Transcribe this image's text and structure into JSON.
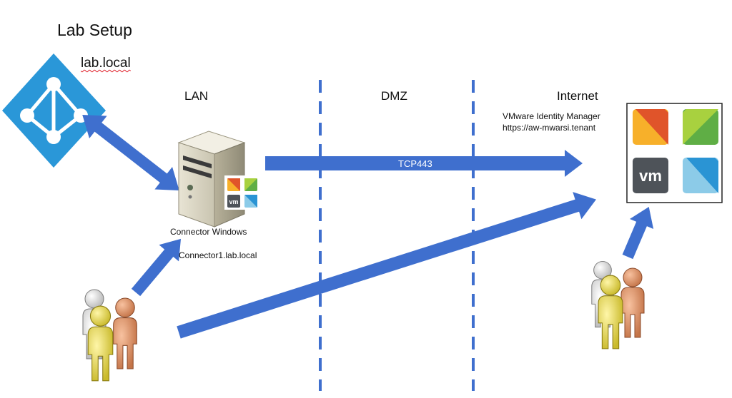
{
  "title": "Lab Setup",
  "domain_label": "lab.local",
  "zones": {
    "lan": "LAN",
    "dmz": "DMZ",
    "internet": "Internet"
  },
  "vidm": {
    "name": "VMware Identity Manager",
    "url": "https://aw-mwarsi.tenant"
  },
  "connector": {
    "name": "Connector Windows",
    "host": "Connector1.lab.local"
  },
  "link_label": "TCP443",
  "logo_text": "vm",
  "colors": {
    "arrow": "#3f6fce",
    "divider": "#3f6fce",
    "azure_ad": "#2a97d8",
    "tile_orange": "#e0542a",
    "tile_yellow": "#f7b02a",
    "tile_lime": "#a8d13f",
    "tile_green": "#5fae45",
    "tile_gray": "#4e5359",
    "tile_blue": "#2a94d4",
    "tile_lightblue": "#8ccbe8"
  },
  "icons": [
    "azure-ad-icon",
    "server-icon",
    "workspace-one-logo-icon",
    "users-icon"
  ]
}
